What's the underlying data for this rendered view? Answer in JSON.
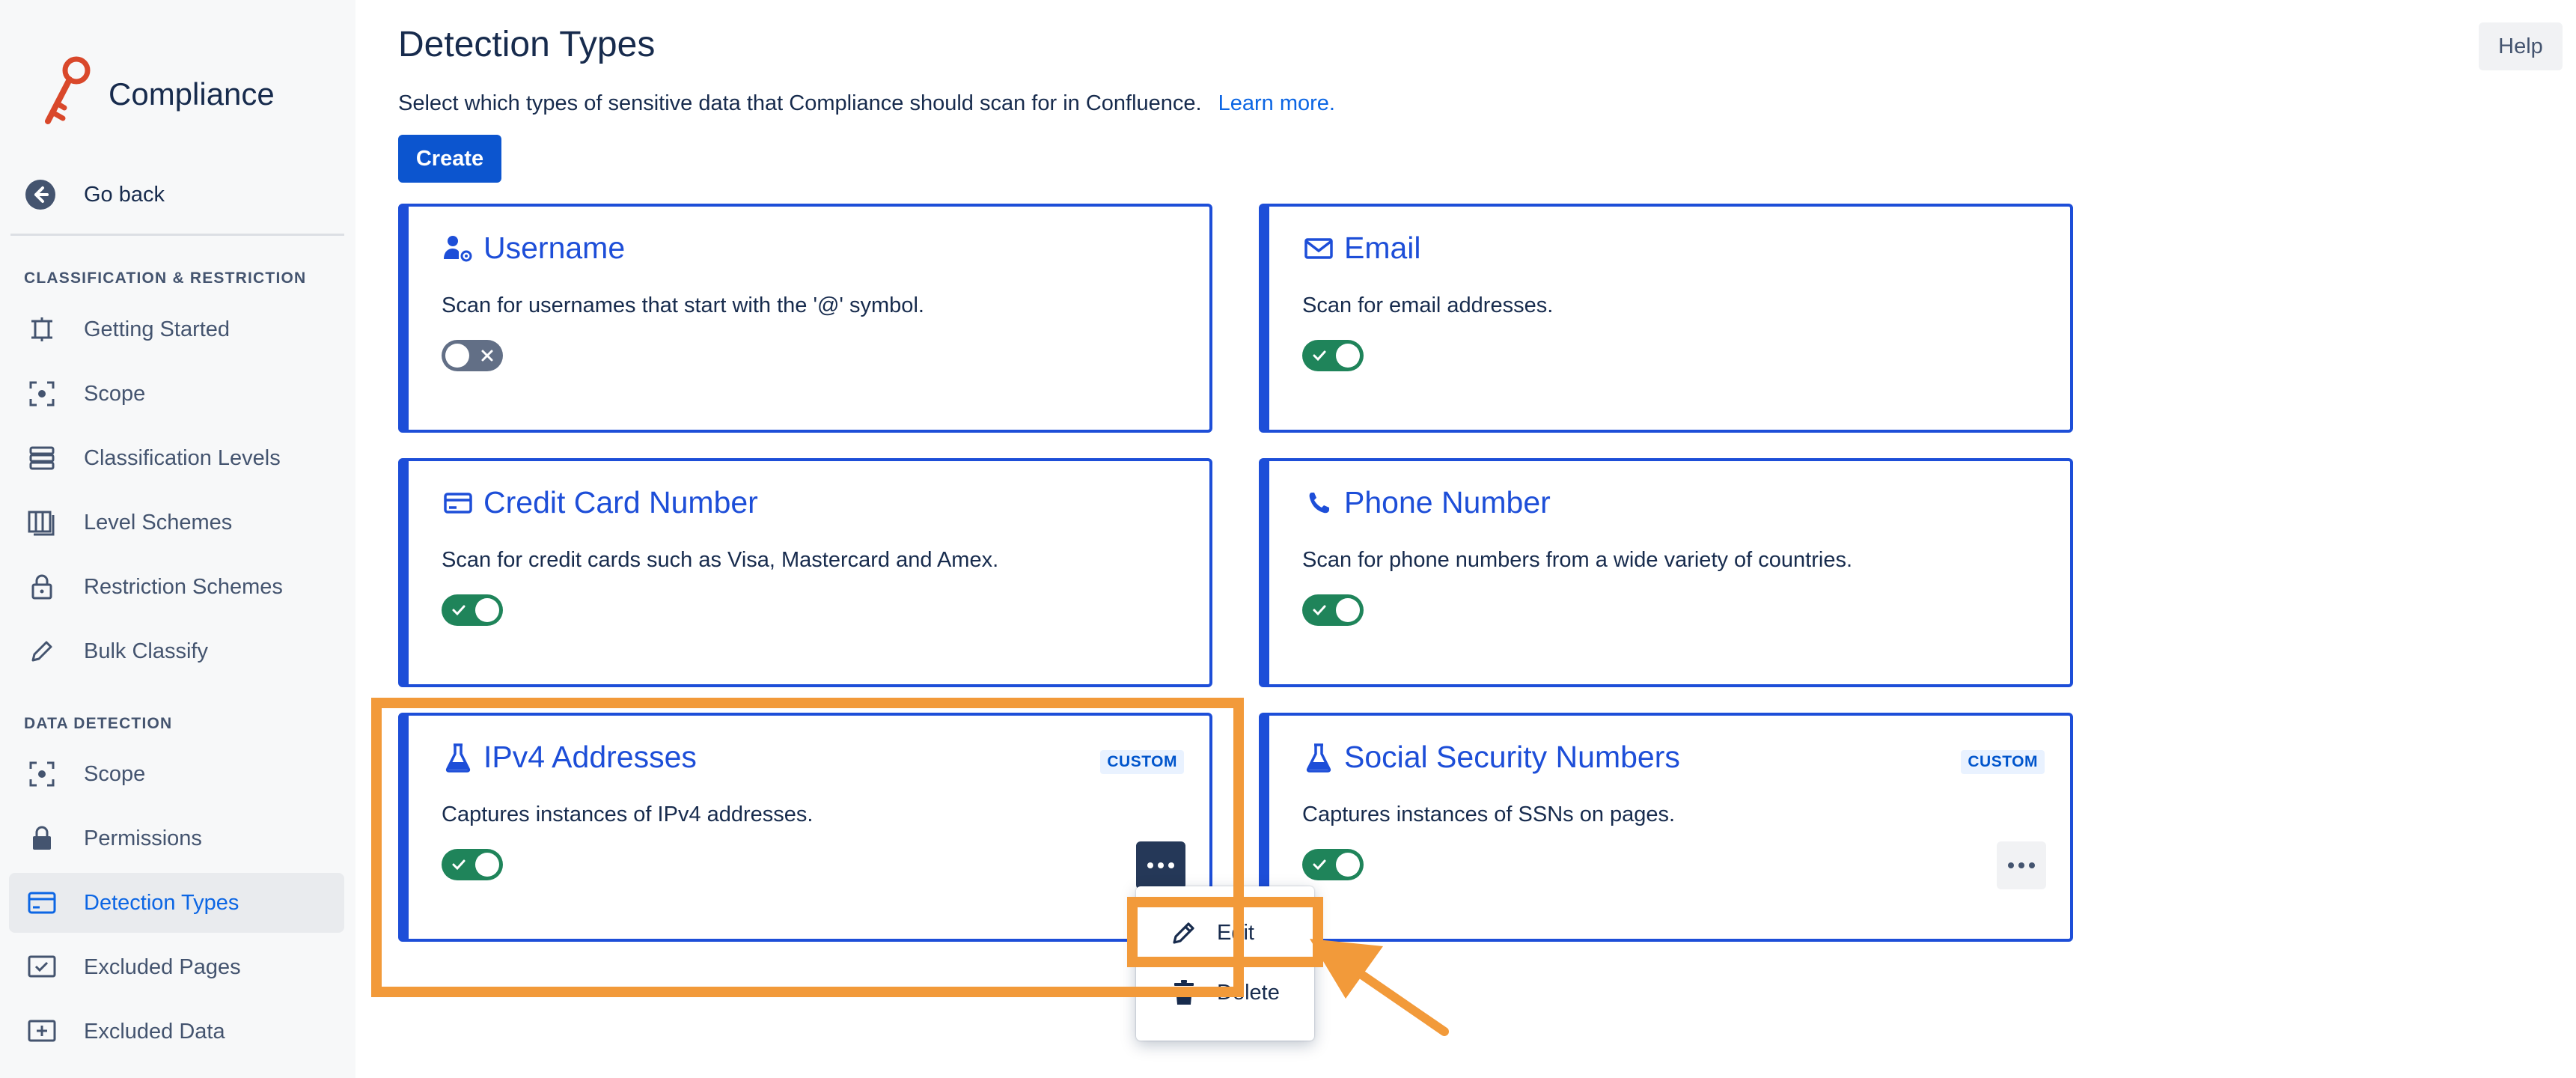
{
  "app": {
    "name": "Compliance"
  },
  "sidebar": {
    "go_back": "Go back",
    "sections": [
      {
        "title": "CLASSIFICATION & RESTRICTION"
      },
      {
        "title": "DATA DETECTION"
      }
    ],
    "items": [
      {
        "label": "Getting Started",
        "icon": "pin-icon"
      },
      {
        "label": "Scope",
        "icon": "scope-icon"
      },
      {
        "label": "Classification Levels",
        "icon": "stack-icon"
      },
      {
        "label": "Level Schemes",
        "icon": "columns-icon"
      },
      {
        "label": "Restriction Schemes",
        "icon": "lock-icon"
      },
      {
        "label": "Bulk Classify",
        "icon": "pencil-icon"
      },
      {
        "label": "Scope",
        "icon": "scope-icon"
      },
      {
        "label": "Permissions",
        "icon": "lock-icon"
      },
      {
        "label": "Detection Types",
        "icon": "card-icon",
        "active": true
      },
      {
        "label": "Excluded Pages",
        "icon": "check-window-icon"
      },
      {
        "label": "Excluded Data",
        "icon": "plus-window-icon"
      }
    ]
  },
  "header": {
    "title": "Detection Types",
    "help": "Help",
    "description": "Select which types of sensitive data that Compliance should scan for in Confluence.",
    "learn_more": "Learn more.",
    "create": "Create"
  },
  "cards": [
    {
      "title": "Username",
      "icon": "user-at-icon",
      "description": "Scan for usernames that start with the '@' symbol.",
      "enabled": false
    },
    {
      "title": "Email",
      "icon": "envelope-icon",
      "description": "Scan for email addresses.",
      "enabled": true
    },
    {
      "title": "Credit Card Number",
      "icon": "credit-card-icon",
      "description": "Scan for credit cards such as Visa, Mastercard and Amex.",
      "enabled": true
    },
    {
      "title": "Phone Number",
      "icon": "phone-icon",
      "description": "Scan for phone numbers from a wide variety of countries.",
      "enabled": true
    },
    {
      "title": "IPv4 Addresses",
      "icon": "flask-icon",
      "description": "Captures instances of IPv4 addresses.",
      "enabled": true,
      "badge": "CUSTOM"
    },
    {
      "title": "Social Security Numbers",
      "icon": "flask-icon",
      "description": "Captures instances of SSNs on pages.",
      "enabled": true,
      "badge": "CUSTOM"
    }
  ],
  "menu": {
    "items": [
      {
        "label": "Edit",
        "icon": "pencil-icon"
      },
      {
        "label": "Delete",
        "icon": "trash-icon"
      }
    ]
  },
  "colors": {
    "accent": "#1d4ed8",
    "toggle_on": "#1f845a",
    "toggle_off": "#626f86",
    "highlight": "#f29a3a"
  }
}
